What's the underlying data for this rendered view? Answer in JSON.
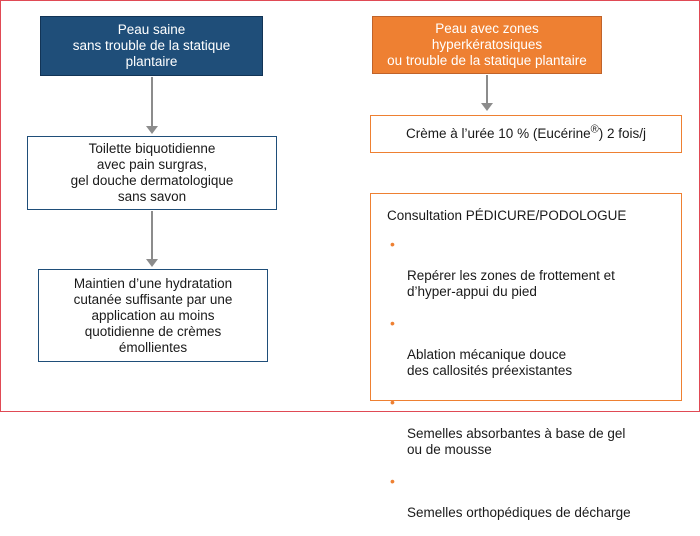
{
  "left_column": {
    "header": "Peau saine\nsans trouble de la statique\nplantaire",
    "step1": "Toilette biquotidienne\navec pain surgras,\ngel douche dermatologique\nsans savon",
    "step2": "Maintien d’une hydratation\ncutanée suffisante par une\napplication au moins\nquotidienne de crèmes\némollientes"
  },
  "right_column": {
    "header": "Peau avec zones\nhyperkératosiques\nou trouble de la statique plantaire",
    "creme_prefix": "Crème à l’urée 10 % (Eucérine",
    "creme_mark": "®",
    "creme_suffix": ") 2 fois/j",
    "consult_title": "Consultation PÉDICURE/PODOLOGUE",
    "consult_items": [
      "Repérer les zones de frottement et\nd’hyper-appui du pied",
      "Ablation mécanique douce\ndes callosités préexistantes",
      "Semelles absorbantes à base de gel\nou de mousse",
      "Semelles  orthopédiques  de décharge"
    ],
    "bullet": "•"
  },
  "colors": {
    "dark_blue": "#1f4e79",
    "orange": "#ee8032",
    "arrow_gray": "#8c8c8c",
    "frame_red": "#e04a55"
  }
}
